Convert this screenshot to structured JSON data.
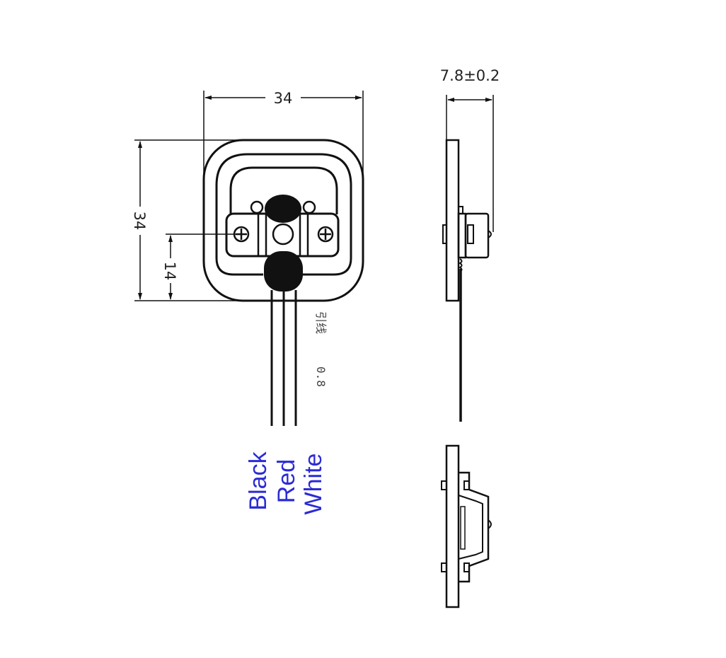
{
  "front_view": {
    "width_dim": "34",
    "height_dim": "34",
    "center_offset_dim": "14",
    "lead_note": "引线",
    "lead_size": "0.8"
  },
  "side_view": {
    "thickness_dim": "7.8±0.2"
  },
  "wire_labels": {
    "black": "Black",
    "red": "Red",
    "white": "White",
    "color": "#2b2bd6"
  }
}
